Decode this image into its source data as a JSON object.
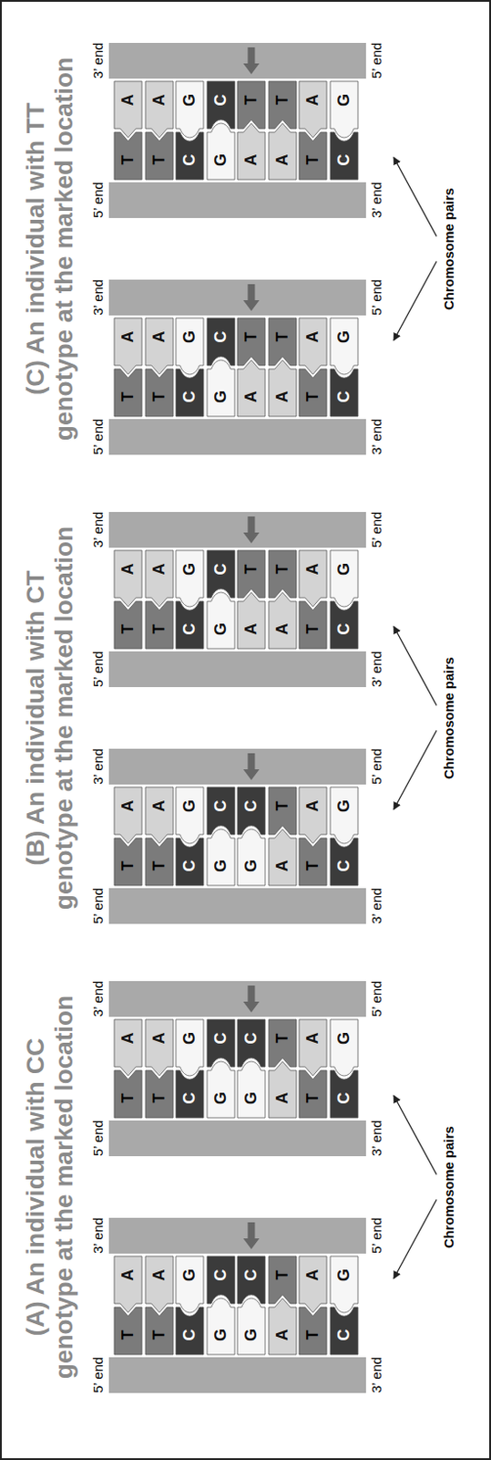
{
  "diagram": {
    "nodes": [
      {
        "text": [
          "T"
        ]
      },
      {
        "text": [
          "A"
        ]
      },
      {
        "text": [
          "T"
        ]
      },
      {
        "text": [
          "A"
        ]
      },
      {
        "text": [
          "C"
        ]
      },
      {
        "text": [
          "G"
        ]
      },
      {
        "text": [
          "G"
        ]
      },
      {
        "text": [
          "C"
        ]
      },
      {
        "text": [
          "G"
        ]
      },
      {
        "text": [
          "C"
        ]
      },
      {
        "text": [
          "A"
        ]
      },
      {
        "text": [
          "T"
        ]
      },
      {
        "text": [
          "T"
        ]
      },
      {
        "text": [
          "A"
        ]
      },
      {
        "text": [
          "C"
        ]
      },
      {
        "text": [
          "G"
        ]
      },
      {
        "text": [
          "T"
        ]
      },
      {
        "text": [
          "A"
        ]
      },
      {
        "text": [
          "T"
        ]
      },
      {
        "text": [
          "A"
        ]
      },
      {
        "text": [
          "C"
        ]
      },
      {
        "text": [
          "G"
        ]
      },
      {
        "text": [
          "G"
        ]
      },
      {
        "text": [
          "C"
        ]
      },
      {
        "text": [
          "G"
        ]
      },
      {
        "text": [
          "C"
        ]
      },
      {
        "text": [
          "A"
        ]
      },
      {
        "text": [
          "T"
        ]
      },
      {
        "text": [
          "T"
        ]
      },
      {
        "text": [
          "A"
        ]
      },
      {
        "text": [
          "C"
        ]
      },
      {
        "text": [
          "G"
        ]
      },
      {
        "text": [
          "T"
        ]
      },
      {
        "text": [
          "A"
        ]
      },
      {
        "text": [
          "T"
        ]
      },
      {
        "text": [
          "A"
        ]
      },
      {
        "text": [
          "C"
        ]
      },
      {
        "text": [
          "G"
        ]
      },
      {
        "text": [
          "G"
        ]
      },
      {
        "text": [
          "C"
        ]
      },
      {
        "text": [
          "G"
        ]
      },
      {
        "text": [
          "C"
        ]
      },
      {
        "text": [
          "A"
        ]
      },
      {
        "text": [
          "T"
        ]
      },
      {
        "text": [
          "T"
        ]
      },
      {
        "text": [
          "A"
        ]
      },
      {
        "text": [
          "C"
        ]
      },
      {
        "text": [
          "G"
        ]
      },
      {
        "text": [
          "T"
        ]
      },
      {
        "text": [
          "A"
        ]
      },
      {
        "text": [
          "T"
        ]
      },
      {
        "text": [
          "A"
        ]
      },
      {
        "text": [
          "C"
        ]
      },
      {
        "text": [
          "G"
        ]
      },
      {
        "text": [
          "G"
        ]
      },
      {
        "text": [
          "C"
        ]
      },
      {
        "text": [
          "A"
        ]
      },
      {
        "text": [
          "T"
        ]
      },
      {
        "text": [
          "A"
        ]
      },
      {
        "text": [
          "T"
        ]
      },
      {
        "text": [
          "T"
        ]
      },
      {
        "text": [
          "A"
        ]
      },
      {
        "text": [
          "C"
        ]
      },
      {
        "text": [
          "G"
        ]
      },
      {
        "text": [
          "T"
        ]
      },
      {
        "text": [
          "A"
        ]
      },
      {
        "text": [
          "T"
        ]
      },
      {
        "text": [
          "A"
        ]
      },
      {
        "text": [
          "C"
        ]
      },
      {
        "text": [
          "G"
        ]
      },
      {
        "text": [
          "G"
        ]
      },
      {
        "text": [
          "C"
        ]
      },
      {
        "text": [
          "A"
        ]
      },
      {
        "text": [
          "T"
        ]
      },
      {
        "text": [
          "A"
        ]
      },
      {
        "text": [
          "T"
        ]
      },
      {
        "text": [
          "T"
        ]
      },
      {
        "text": [
          "A"
        ]
      },
      {
        "text": [
          "C"
        ]
      },
      {
        "text": [
          "G"
        ]
      },
      {
        "text": [
          "T"
        ]
      },
      {
        "text": [
          "A"
        ]
      },
      {
        "text": [
          "T"
        ]
      },
      {
        "text": [
          "A"
        ]
      },
      {
        "text": [
          "C"
        ]
      },
      {
        "text": [
          "G"
        ]
      },
      {
        "text": [
          "G"
        ]
      },
      {
        "text": [
          "C"
        ]
      },
      {
        "text": [
          "A"
        ]
      },
      {
        "text": [
          "T"
        ]
      },
      {
        "text": [
          "A"
        ]
      },
      {
        "text": [
          "T"
        ]
      },
      {
        "text": [
          "T"
        ]
      },
      {
        "text": [
          "A"
        ]
      },
      {
        "text": [
          "C"
        ]
      },
      {
        "text": [
          "G"
        ]
      }
    ],
    "labels": [
      "(A) An individual with CC genotype at the marked location",
      "5’ end",
      "3’ end",
      "3’ end",
      "5’ end",
      "5’ end",
      "3’ end",
      "3’ end",
      "5’ end",
      "Chromosome pairs",
      "(B) An individual with CT genotype at the marked location",
      "5’ end",
      "3’ end",
      "3’ end",
      "5’ end",
      "5’ end",
      "3’ end",
      "3’ end",
      "5’ end",
      "Chromosome pairs",
      "(C) An individual with TT genotype at the marked location",
      "5’ end",
      "3’ end",
      "3’ end",
      "5’ end",
      "5’ end",
      "3’ end",
      "3’ end",
      "5’ end",
      "Chromosome pairs"
    ]
  }
}
